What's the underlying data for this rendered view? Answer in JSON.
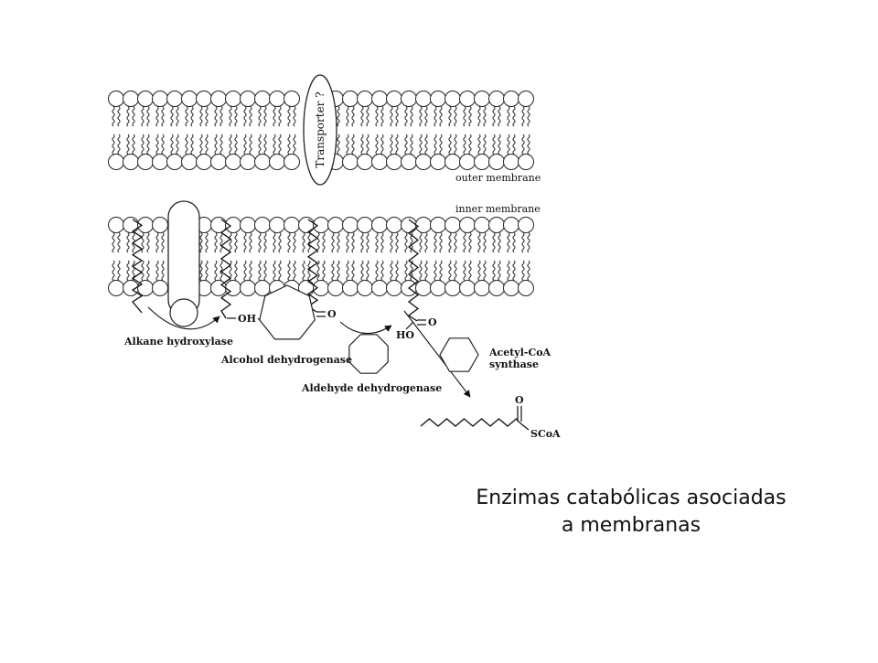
{
  "labels": {
    "transporter": "Transporter ?",
    "outer_membrane": "outer membrane",
    "inner_membrane": "inner membrane",
    "oh_group": "OH",
    "aldehyde_o": "O",
    "acid_o": "O",
    "acid_ho": "HO",
    "acyl_o": "O",
    "scoa": "SCoA"
  },
  "enzymes": {
    "alkane_hydroxylase": "Alkane hydroxylase",
    "alcohol_dehydrogenase": "Alcohol dehydrogenase",
    "aldehyde_dehydrogenase": "Aldehyde dehydrogenase",
    "acyl_coa_synthase_line1": "Acetyl-CoA",
    "acyl_coa_synthase_line2": "synthase"
  },
  "caption": {
    "line1": "Enzimas catabólicas asociadas",
    "line2": "a membranas"
  }
}
